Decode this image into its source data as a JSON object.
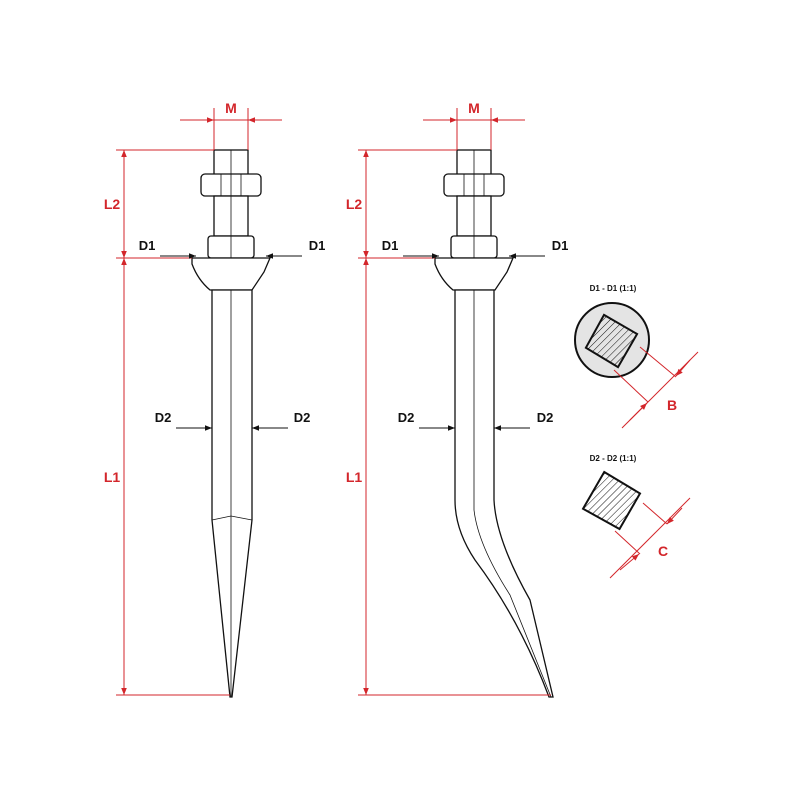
{
  "colors": {
    "dimension": "#d3262b",
    "outline": "#111111"
  },
  "labels": {
    "m": "M",
    "l1": "L1",
    "l2": "L2",
    "d1": "D1",
    "d2": "D2",
    "b": "B",
    "c": "C",
    "section_d1": "D1 - D1 (1:1)",
    "section_d2": "D2 - D2 (1:1)"
  }
}
